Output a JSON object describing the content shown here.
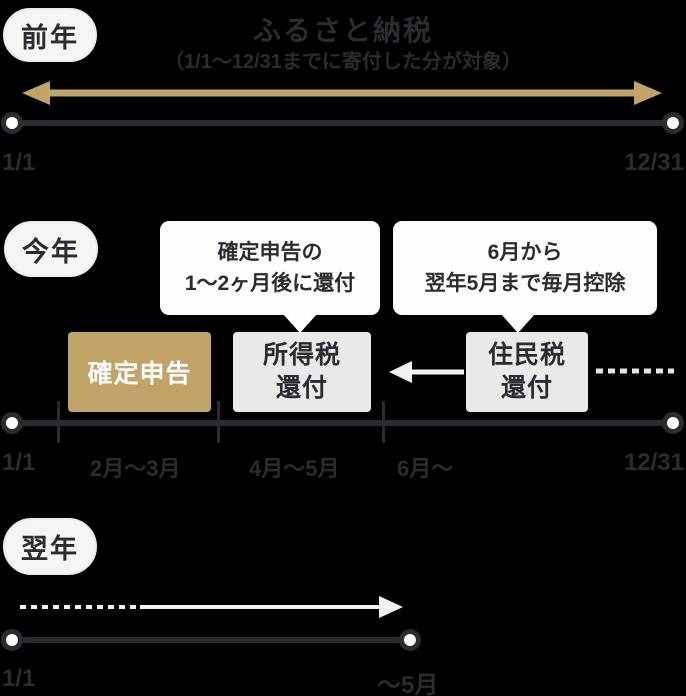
{
  "colors": {
    "background": "#000000",
    "ink": "#2b2b31",
    "gold": "#c0a468",
    "light_box": "#e9e9e9",
    "white_box": "#fdfdfd",
    "pill": "#f5f5f5",
    "white_line": "#f2f2f2",
    "dotted_line": "#e5e5e5"
  },
  "icons": {
    "donation_period": "gold-double-headed-arrow",
    "resident_refund_flow": "white-left-arrow",
    "resident_refund_lead": "dotted-line",
    "next_year_flow": "dotted-then-solid-right-arrow"
  },
  "sections": {
    "prev_year": {
      "pill": "前年",
      "title": "ふるさと納税",
      "subtitle": "（1/1〜12/31までに寄付した分が対象）",
      "timeline": {
        "start": "1/1",
        "end": "12/31"
      }
    },
    "this_year": {
      "pill": "今年",
      "callout_income": {
        "line1": "確定申告の",
        "line2": "1〜2ヶ月後に還付"
      },
      "callout_resident": {
        "line1": "6月から",
        "line2": "翌年5月まで毎月控除"
      },
      "box_filing": "確定申告",
      "box_income": {
        "line1": "所得税",
        "line2": "還付"
      },
      "box_resident": {
        "line1": "住民税",
        "line2": "還付"
      },
      "timeline": {
        "start": "1/1",
        "seg1": "2月〜3月",
        "seg2": "4月〜5月",
        "seg3": "6月〜",
        "end": "12/31"
      }
    },
    "next_year": {
      "pill": "翌年",
      "timeline": {
        "start": "1/1",
        "end": "〜5月"
      }
    }
  }
}
